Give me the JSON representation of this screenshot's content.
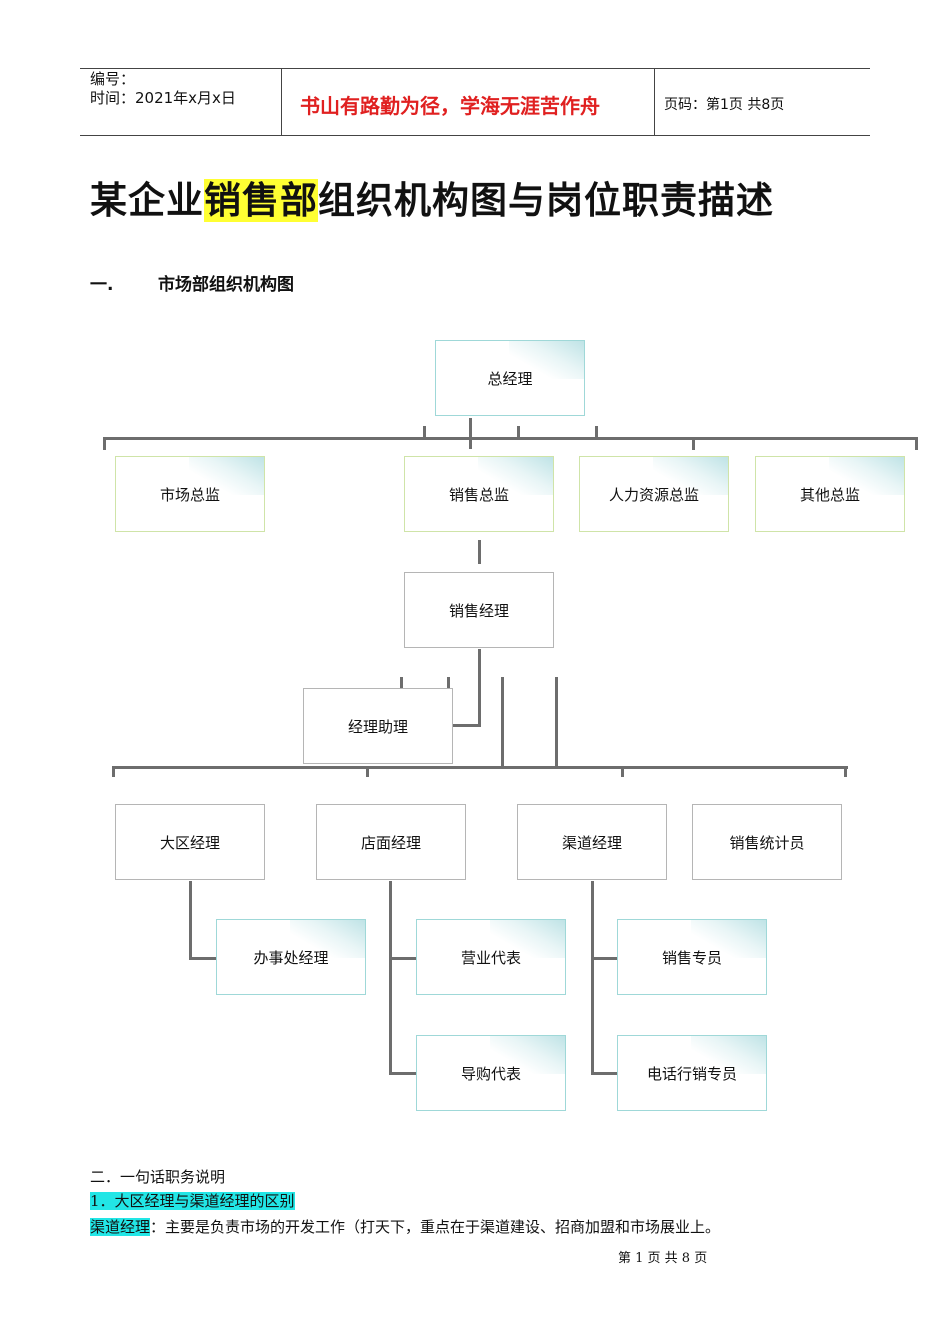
{
  "header": {
    "number_label": "编号：",
    "time_label": "时间：2021年x月x日",
    "motto": "书山有路勤为径，学海无涯苦作舟",
    "page_label": "页码：第1页  共8页"
  },
  "title": {
    "prefix": "某企业",
    "highlight": "销售部",
    "suffix": "组织机构图与岗位职责描述"
  },
  "section1": {
    "number": "一.",
    "label": "市场部组织机构图"
  },
  "org": {
    "ceo": "总经理",
    "market_director": "市场总监",
    "sales_director": "销售总监",
    "hr_director": "人力资源总监",
    "other_director": "其他总监",
    "sales_manager": "销售经理",
    "assistant": "经理助理",
    "region_manager": "大区经理",
    "store_manager": "店面经理",
    "channel_manager": "渠道经理",
    "statistician": "销售统计员",
    "office_manager": "办事处经理",
    "business_rep": "营业代表",
    "shopping_guide": "导购代表",
    "sales_specialist": "销售专员",
    "telesales": "电话行销专员"
  },
  "section2": {
    "heading": "二．一句话职务说明",
    "sub1": "1．大区经理与渠道经理的区别",
    "channel_term": "渠道经理",
    "channel_desc": "：主要是负责市场的开发工作（打天下，重点在于渠道建设、招商加盟和市场展业上。"
  },
  "footer": {
    "page_info": "第 1 页 共 8 页"
  }
}
